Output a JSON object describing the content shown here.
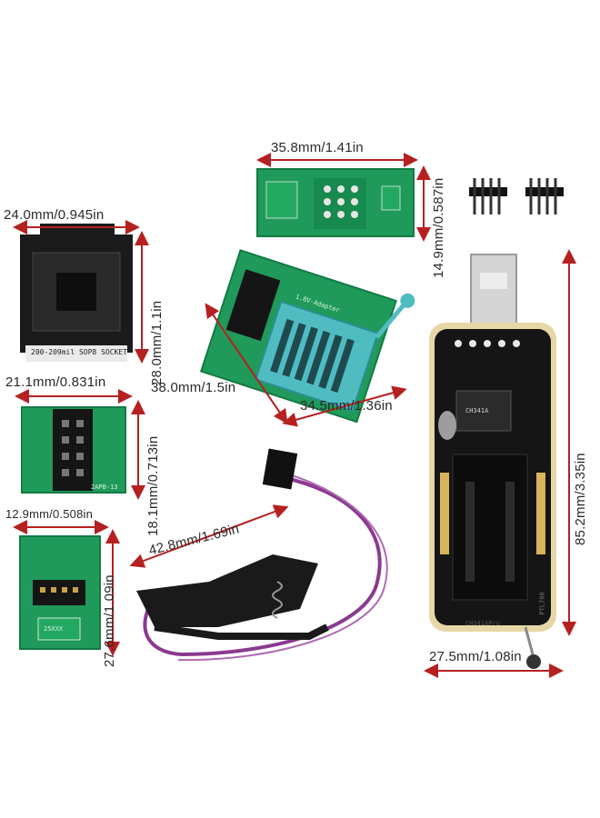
{
  "dimensions": {
    "adapter_width": "35.8mm/1.41in",
    "adapter_height": "14.9mm/0.587in",
    "socket_width": "24.0mm/0.945in",
    "socket_height": "28.0mm/1.1in",
    "zif_width": "38.0mm/1.5in",
    "zif_depth": "34.5mm/1.36in",
    "board8_width": "21.1mm/0.831in",
    "board8_height": "18.1mm/0.713in",
    "soic_width": "12.9mm/0.508in",
    "soic_height": "27.6mm/1.09in",
    "clip_length": "42.8mm/1.69in",
    "programmer_length": "85.2mm/3.35in",
    "programmer_width": "27.5mm/1.08in"
  },
  "markings": {
    "socket_label": "200-209mil SOP8 SOCKET",
    "adapter_label": "1.8V-Adapter",
    "chip_label": "CH341A",
    "programmer_label": "CH341APro",
    "ptl_label": "PTL700",
    "soic_label": "25XXX",
    "board_label": "2APB-13"
  },
  "colors": {
    "pcb_green": "#1f9a5a",
    "pcb_dark_green": "#137a44",
    "socket_black": "#1b1b1b",
    "zif_teal": "#4fbcc2",
    "programmer_gold": "#e8d7a6",
    "programmer_black": "#151515",
    "arrow_red": "#b52020",
    "cable_purple": "#8a3a8f"
  }
}
